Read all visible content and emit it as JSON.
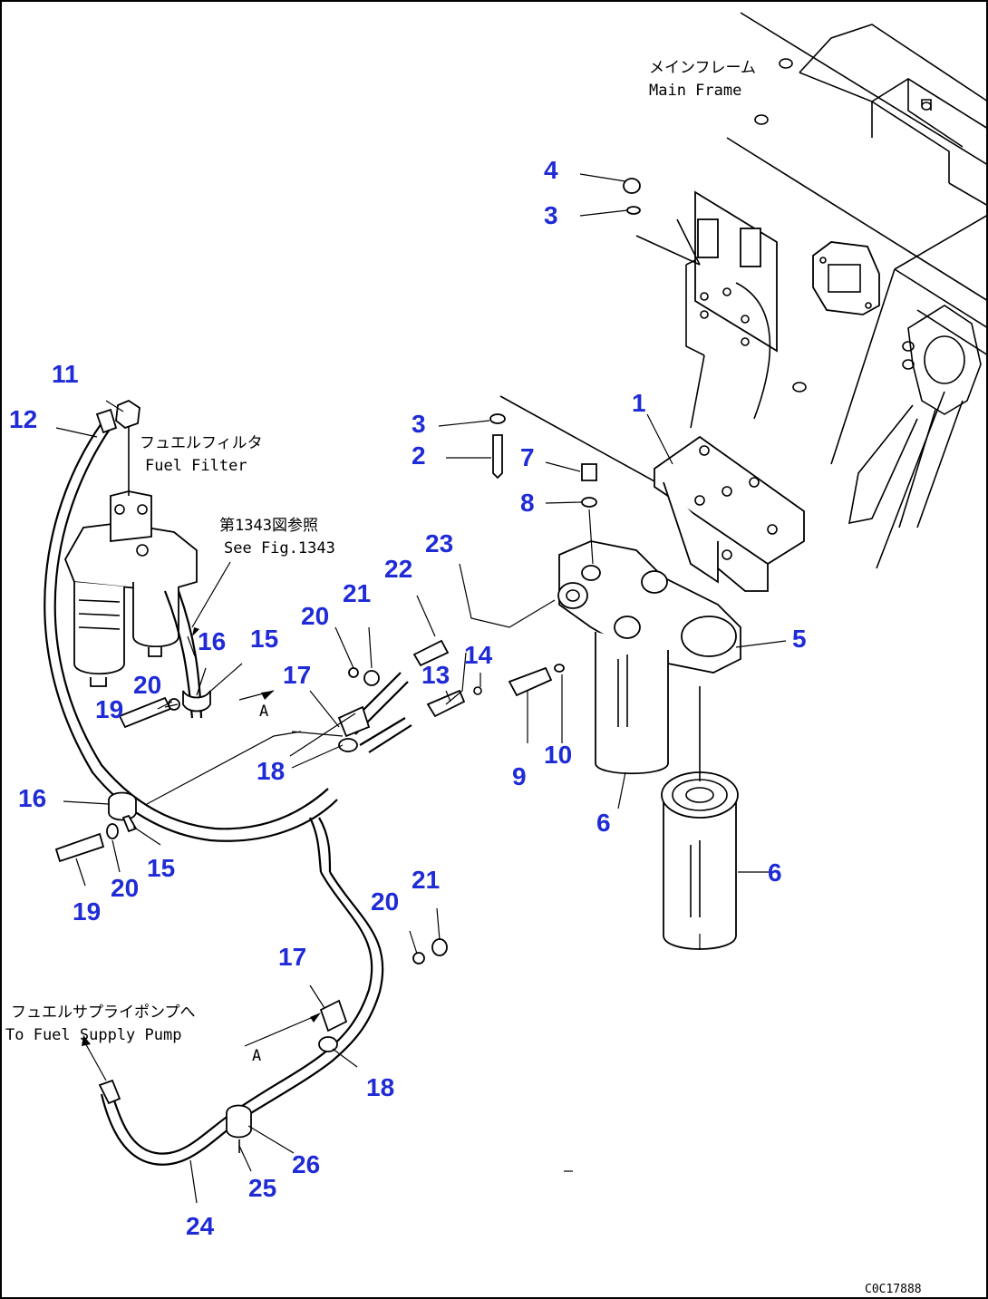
{
  "annotations": {
    "main_frame_jp": "メインフレーム",
    "main_frame_en": "Main Frame",
    "fuel_filter_jp": "フュエルフィルタ",
    "fuel_filter_en": "Fuel Filter",
    "see_fig_jp": "第1343図参照",
    "see_fig_en": "See Fig.1343",
    "to_pump_jp": "フュエルサプライポンプへ",
    "to_pump_en": "To Fuel Supply Pump",
    "arrow_mark_a": "A",
    "arrow_mark_b": "A"
  },
  "drawing_code": "C0C17888",
  "accent_color": "#1f2bd6",
  "callouts": [
    {
      "id": "c1",
      "label": "1"
    },
    {
      "id": "c2",
      "label": "2"
    },
    {
      "id": "c3a",
      "label": "3"
    },
    {
      "id": "c3b",
      "label": "3"
    },
    {
      "id": "c4",
      "label": "4"
    },
    {
      "id": "c5",
      "label": "5"
    },
    {
      "id": "c6a",
      "label": "6"
    },
    {
      "id": "c6b",
      "label": "6"
    },
    {
      "id": "c7",
      "label": "7"
    },
    {
      "id": "c8",
      "label": "8"
    },
    {
      "id": "c9",
      "label": "9"
    },
    {
      "id": "c10",
      "label": "10"
    },
    {
      "id": "c11",
      "label": "11"
    },
    {
      "id": "c12",
      "label": "12"
    },
    {
      "id": "c13",
      "label": "13"
    },
    {
      "id": "c14",
      "label": "14"
    },
    {
      "id": "c15a",
      "label": "15"
    },
    {
      "id": "c15b",
      "label": "15"
    },
    {
      "id": "c16a",
      "label": "16"
    },
    {
      "id": "c16b",
      "label": "16"
    },
    {
      "id": "c17a",
      "label": "17"
    },
    {
      "id": "c17b",
      "label": "17"
    },
    {
      "id": "c18a",
      "label": "18"
    },
    {
      "id": "c18b",
      "label": "18"
    },
    {
      "id": "c19a",
      "label": "19"
    },
    {
      "id": "c19b",
      "label": "19"
    },
    {
      "id": "c20a",
      "label": "20"
    },
    {
      "id": "c20b",
      "label": "20"
    },
    {
      "id": "c20c",
      "label": "20"
    },
    {
      "id": "c20d",
      "label": "20"
    },
    {
      "id": "c21a",
      "label": "21"
    },
    {
      "id": "c21b",
      "label": "21"
    },
    {
      "id": "c22",
      "label": "22"
    },
    {
      "id": "c23",
      "label": "23"
    },
    {
      "id": "c24",
      "label": "24"
    },
    {
      "id": "c25",
      "label": "25"
    },
    {
      "id": "c26",
      "label": "26"
    }
  ]
}
